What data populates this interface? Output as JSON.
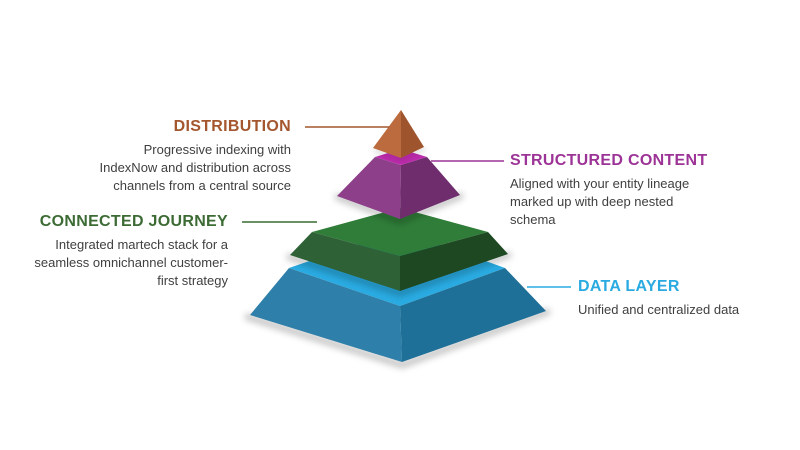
{
  "diagram": {
    "type": "pyramid-infographic",
    "levels_top_to_bottom": 4,
    "text_color": "#3f3f3f",
    "background": "#ffffff",
    "tiers": [
      {
        "name": "distribution",
        "label": "DISTRIBUTION",
        "description": "Progressive indexing with\nIndexNow and distribution across\nchannels from a central source",
        "label_color": "#a4572e",
        "colors": {
          "left": "#bc6b3e",
          "right": "#9e552d"
        }
      },
      {
        "name": "structured-content",
        "label": "STRUCTURED CONTENT",
        "description": "Aligned with your entity lineage\nmarked up with deep nested\nschema",
        "label_color": "#9c3396",
        "colors": {
          "top": "#c12cb0",
          "left": "#8d4089",
          "right": "#6f2d6d"
        }
      },
      {
        "name": "connected-journey",
        "label": "CONNECTED JOURNEY",
        "description": "Integrated martech stack for a\nseamless omnichannel customer-\nfirst strategy",
        "label_color": "#3c6b34",
        "colors": {
          "top": "#2f7d38",
          "left": "#2e6135",
          "right": "#1d4822"
        }
      },
      {
        "name": "data-layer",
        "label": "DATA LAYER",
        "description": "Unified and centralized data",
        "label_color": "#29aae1",
        "colors": {
          "top": "#29abe2",
          "left": "#2e7fa9",
          "right": "#1f7098"
        }
      }
    ]
  }
}
